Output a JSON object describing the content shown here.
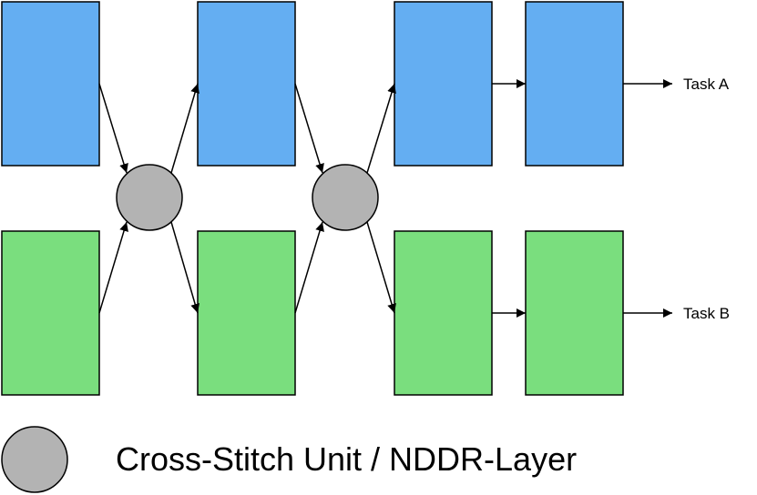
{
  "colors": {
    "task_a_block": "#64aef2",
    "task_b_block": "#7ade7e",
    "unit": "#b3b3b3",
    "stroke": "#000000"
  },
  "tasks": {
    "a_label": "Task A",
    "b_label": "Task B"
  },
  "legend": {
    "label": "Cross-Stitch Unit / NDDR-Layer",
    "icon": "gray-circle"
  }
}
